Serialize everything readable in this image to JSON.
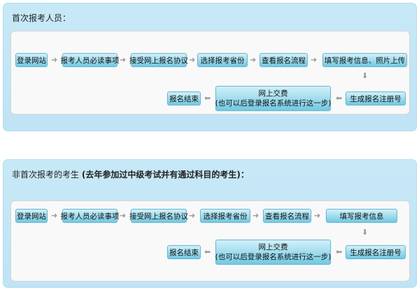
{
  "first_section": {
    "title": "首次报考人员：",
    "steps": [
      "登录网站",
      "报考人员必读事项",
      "接受网上报名协议",
      "选择报考省份",
      "查看报名流程",
      "填写报考信息、照片上传"
    ],
    "step_register": "生成报名注册号",
    "step_pay_line1": "网上交费",
    "step_pay_line2": "(也可以后登录报名系统进行这一步)",
    "step_end": "报名结束"
  },
  "second_section": {
    "title_normal": "非首次报考的考生",
    "title_bold": "(去年参加过中级考试并有通过科目的考生)：",
    "steps": [
      "登录网站",
      "报考人员必读事项",
      "接受网上报名协议",
      "选择报考省份",
      "查看报名流程",
      "填写报考信息"
    ],
    "step_register": "生成报名注册号",
    "step_pay_line1": "网上交费",
    "step_pay_line2": "(也可以后登录报名系统进行这一步)",
    "step_end": "报名结束"
  },
  "icons": {
    "arrow_right": "arrow-right-icon",
    "arrow_down": "arrow-down-icon",
    "arrow_left": "arrow-left-icon"
  },
  "colors": {
    "panel_bg": "#c2e6f6",
    "step_top": "#d2f0fa",
    "step_bottom": "#71c9e2"
  }
}
